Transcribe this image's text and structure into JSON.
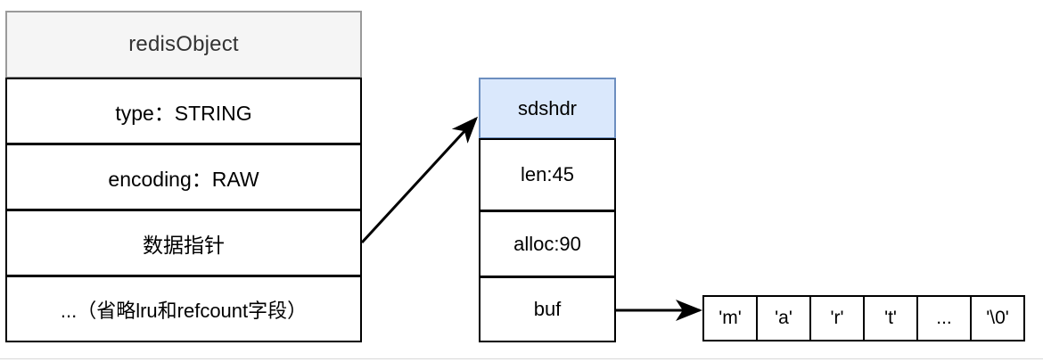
{
  "diagram": {
    "title": "redisObject to sdshdr to char buffer",
    "colors": {
      "header_fill": "#f5f5f5",
      "header_border": "#9a9a9a",
      "header_text": "#333333",
      "sds_fill": "#dae8fc",
      "sds_border": "#6c8ebf",
      "box_border": "#000000",
      "text": "#000000",
      "rule": "#d8d8d8"
    }
  },
  "redis_object": {
    "header": "redisObject",
    "rows": [
      {
        "label": "type：STRING"
      },
      {
        "label": "encoding：RAW"
      },
      {
        "label": "数据指针"
      },
      {
        "label": "...（省略lru和refcount字段）"
      }
    ]
  },
  "sdshdr": {
    "header": "sdshdr",
    "rows": [
      {
        "label": "len:45"
      },
      {
        "label": "alloc:90"
      },
      {
        "label": "buf"
      }
    ]
  },
  "char_buffer": {
    "cells": [
      {
        "label": "'m'"
      },
      {
        "label": "'a'"
      },
      {
        "label": "'r'"
      },
      {
        "label": "'t'"
      },
      {
        "label": "..."
      },
      {
        "label": "'\\0'"
      }
    ]
  },
  "edges": [
    {
      "name": "data-pointer-to-sdshdr",
      "from": "数据指针",
      "to": "sdshdr"
    },
    {
      "name": "buf-to-char-buffer",
      "from": "buf",
      "to": "char_buffer"
    }
  ]
}
